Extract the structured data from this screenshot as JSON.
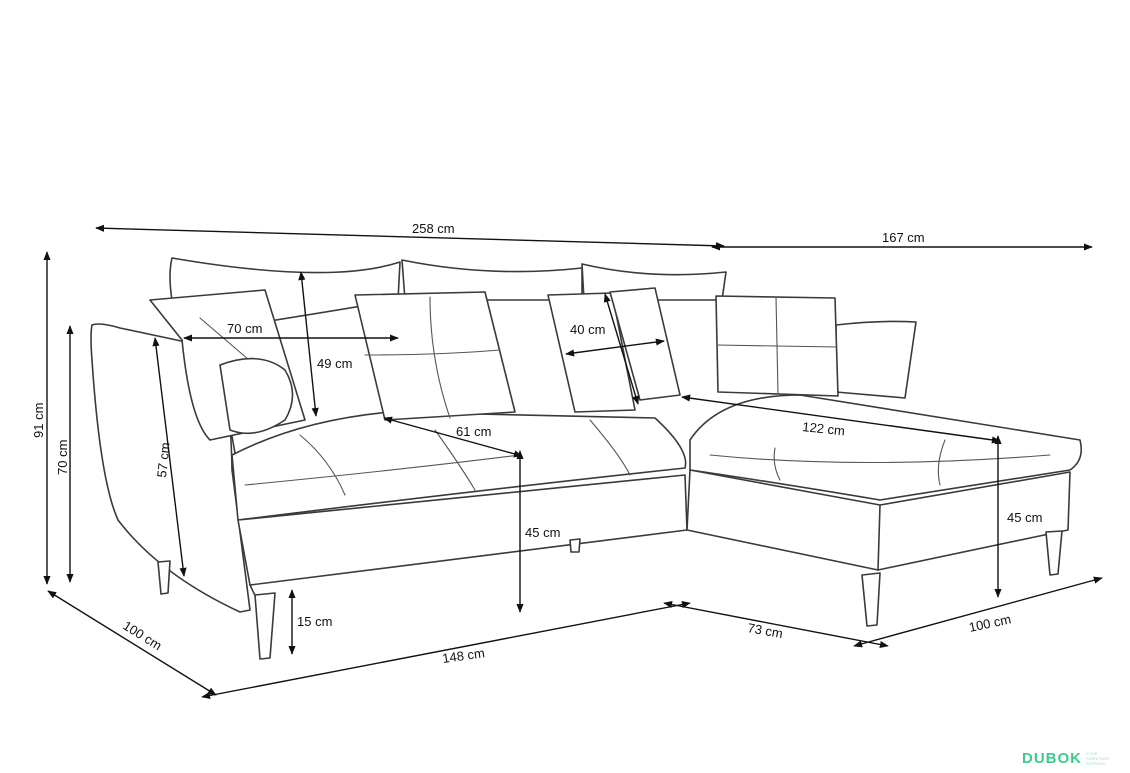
{
  "labels": {
    "total_width": "258 cm",
    "chaise_length": "167 cm",
    "total_height": "91 cm",
    "armrest_height": "70 cm",
    "armrest_depth": "57 cm",
    "side_depth": "100 cm",
    "front_width": "148 cm",
    "chaise_front": "73 cm",
    "chaise_width": "100 cm",
    "leg_height": "15 cm",
    "seat_height": "45 cm",
    "chaise_seat_height": "45 cm",
    "cushion_width": "70 cm",
    "backrest_height": "49 cm",
    "pillow_size": "40 cm",
    "seat_depth": "61 cm",
    "chaise_seat_length": "122 cm"
  },
  "logo": {
    "word": "DUBOK",
    "tagline": "YOUR FURNITURE SUPPLIER"
  },
  "colors": {
    "line": "#3a3a3a",
    "arrow": "#111111",
    "logo": "#3ec98b"
  }
}
